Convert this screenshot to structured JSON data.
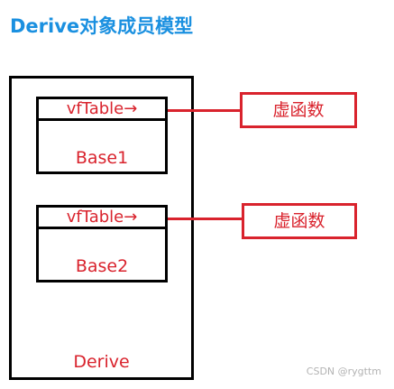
{
  "title": "Derive对象成员模型",
  "outer": {
    "label": "Derive"
  },
  "bases": [
    {
      "vftable_label": "vfTable→",
      "label": "Base1"
    },
    {
      "vftable_label": "vfTable→",
      "label": "Base2"
    }
  ],
  "virtual_funcs": [
    {
      "label": "虚函数"
    },
    {
      "label": "虚函数"
    }
  ],
  "watermark": "CSDN @rygttm",
  "colors": {
    "title": "#1a90e0",
    "accent_red": "#d9232d",
    "border": "#000000",
    "watermark": "#b3b3b3"
  }
}
